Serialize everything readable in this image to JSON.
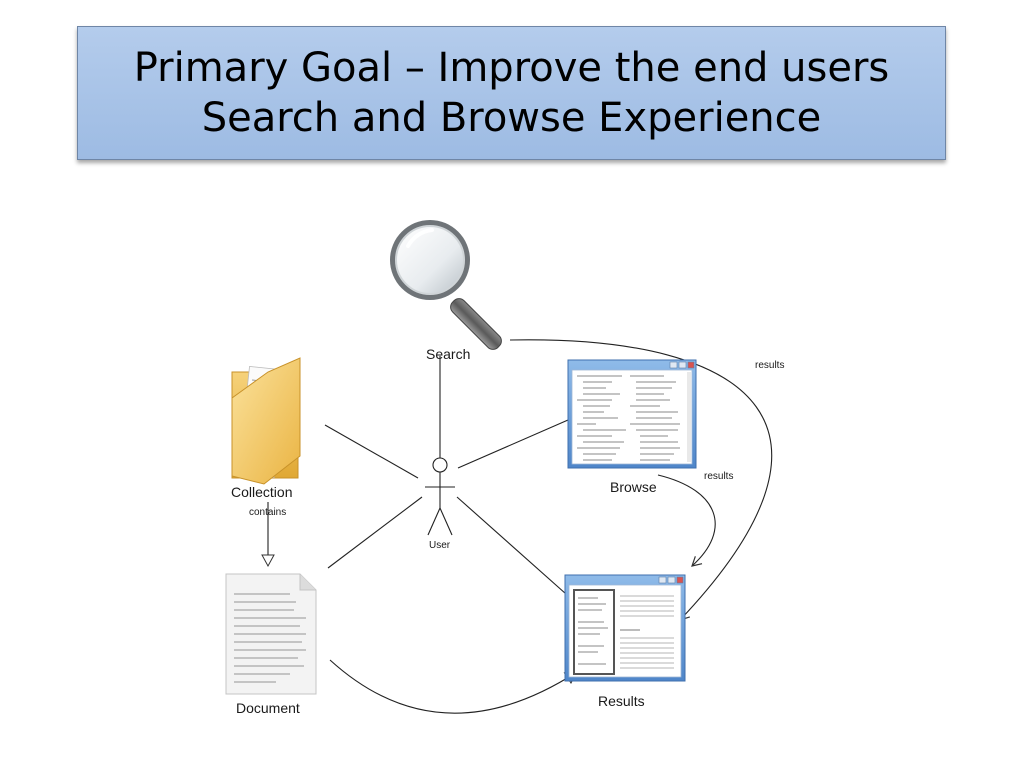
{
  "title": {
    "line1": "Primary Goal – Improve the end users",
    "line2": "Search and Browse Experience"
  },
  "nodes": {
    "search": "Search",
    "collection": "Collection",
    "browse": "Browse",
    "user": "User",
    "document": "Document",
    "results": "Results"
  },
  "edges": {
    "contains": "contains",
    "results_from_search": "results",
    "results_from_browse": "results"
  },
  "icons": {
    "search": "magnifier-icon",
    "collection": "folder-icon",
    "browse": "browse-window-icon",
    "document": "document-icon",
    "results": "results-window-icon"
  },
  "colors": {
    "title_bg": "#a9c4e8",
    "window_frame": "#5b8fd0",
    "folder": "#f2c252"
  }
}
